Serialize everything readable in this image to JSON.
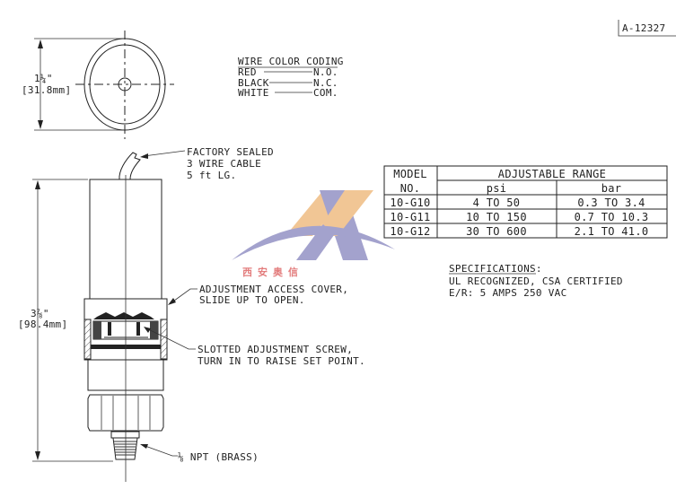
{
  "drawing_number": "A-12327",
  "top_view": {
    "dim_fraction": "1¼\"",
    "dim_mm": "[31.8mm]"
  },
  "wire_coding": {
    "title": "WIRE COLOR CODING",
    "rows": [
      {
        "color": "RED",
        "contact": "N.O."
      },
      {
        "color": "BLACK",
        "contact": "N.C."
      },
      {
        "color": "WHITE",
        "contact": "COM."
      }
    ]
  },
  "callouts": {
    "cable": [
      "FACTORY SEALED",
      "3 WIRE CABLE",
      "5 ft LG."
    ],
    "cover": [
      "ADJUSTMENT ACCESS COVER,",
      "SLIDE UP TO OPEN."
    ],
    "screw": [
      "SLOTTED ADJUSTMENT SCREW,",
      "TURN IN TO RAISE SET POINT."
    ],
    "npt": "⅛ NPT (BRASS)"
  },
  "side_view": {
    "dim_fraction": "3⅞\"",
    "dim_mm": "[98.4mm]"
  },
  "table": {
    "header_model": [
      "MODEL",
      "NO."
    ],
    "header_range": "ADJUSTABLE RANGE",
    "unit_psi": "psi",
    "unit_bar": "bar",
    "rows": [
      {
        "model": "10-G10",
        "psi": "4 TO 50",
        "bar": "0.3 TO 3.4"
      },
      {
        "model": "10-G11",
        "psi": "10 TO 150",
        "bar": "0.7 TO 10.3"
      },
      {
        "model": "10-G12",
        "psi": "30 TO 600",
        "bar": "2.1 TO 41.0"
      }
    ]
  },
  "specifications": {
    "title": "SPECIFICATIONS:",
    "lines": [
      "UL RECOGNIZED, CSA CERTIFIED",
      "E/R: 5 AMPS 250 VAC"
    ]
  },
  "watermark": {
    "text": "西安奥信",
    "colors": {
      "x": "#f0c08a",
      "arc": "#9a98c8",
      "text": "#e07070"
    }
  }
}
